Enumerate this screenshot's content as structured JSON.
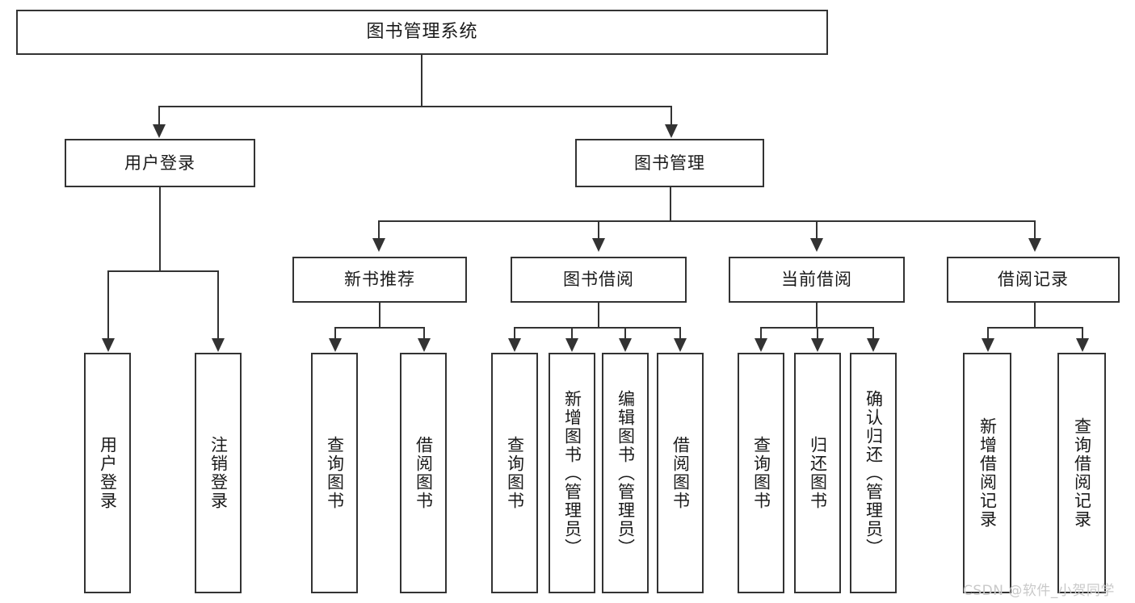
{
  "diagram": {
    "title": "图书管理系统",
    "type": "hierarchy-tree",
    "root": {
      "label": "图书管理系统"
    },
    "level2": [
      {
        "label": "用户登录"
      },
      {
        "label": "图书管理"
      }
    ],
    "level3": [
      {
        "label": "新书推荐"
      },
      {
        "label": "图书借阅"
      },
      {
        "label": "当前借阅"
      },
      {
        "label": "借阅记录"
      }
    ],
    "leaves": {
      "user_login": [
        {
          "label": "用户登录"
        },
        {
          "label": "注销登录"
        }
      ],
      "new_book_recommend": [
        {
          "label": "查询图书"
        },
        {
          "label": "借阅图书"
        }
      ],
      "book_borrow": [
        {
          "label": "查询图书"
        },
        {
          "label": "新增图书（管理员）"
        },
        {
          "label": "编辑图书（管理员）"
        },
        {
          "label": "借阅图书"
        }
      ],
      "current_borrow": [
        {
          "label": "查询图书"
        },
        {
          "label": "归还图书"
        },
        {
          "label": "确认归还（管理员）"
        }
      ],
      "borrow_record": [
        {
          "label": "新增借阅记录"
        },
        {
          "label": "查询借阅记录"
        }
      ]
    }
  },
  "watermark": {
    "text": "CSDN @软件_小贺同学"
  },
  "colors": {
    "stroke": "#333333",
    "text": "#1a1a1a",
    "background": "#ffffff",
    "watermark": "#c9c9c9"
  }
}
